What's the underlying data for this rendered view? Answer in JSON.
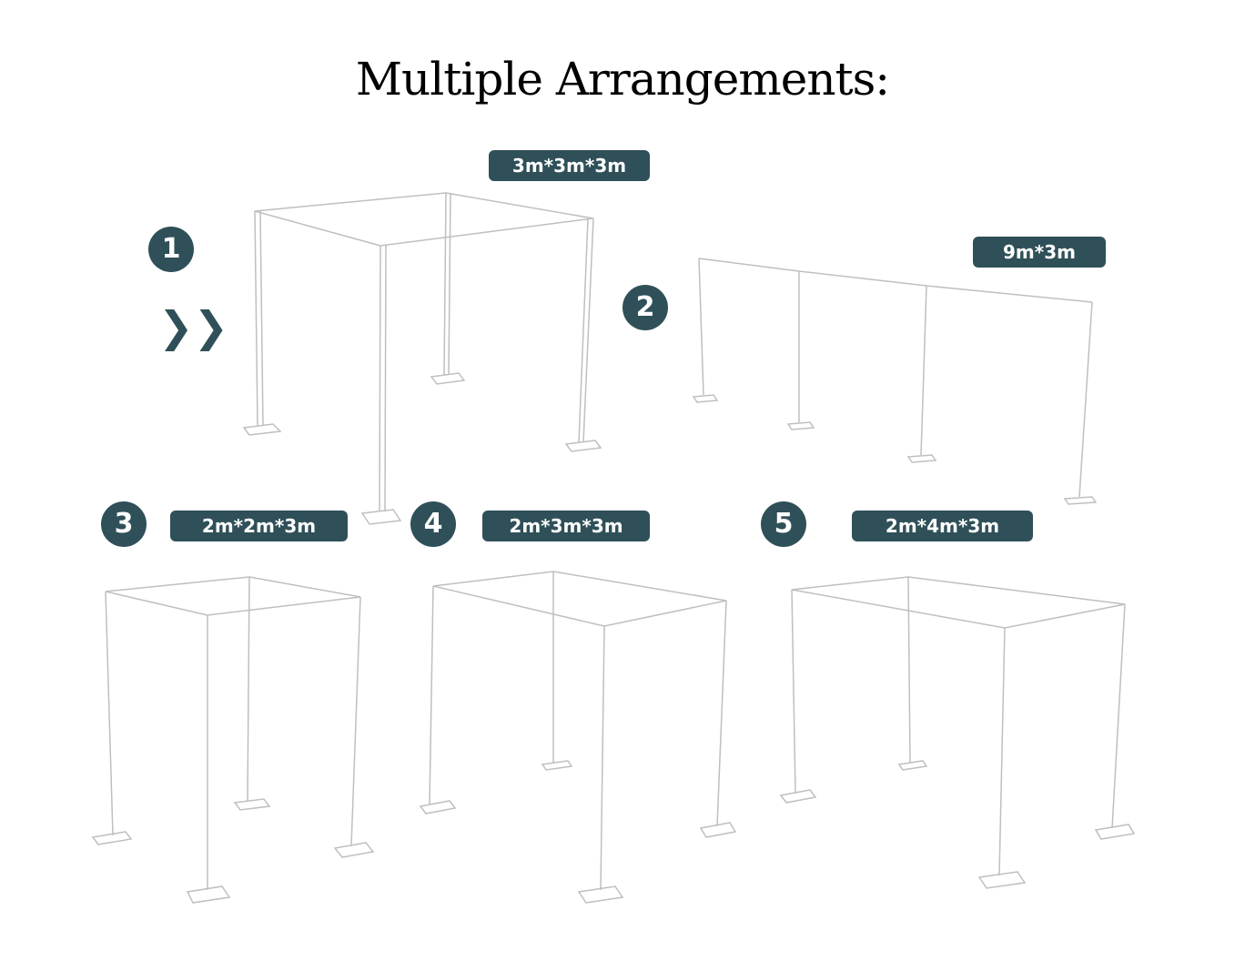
{
  "title": "Multiple Arrangements:",
  "arrangements": [
    {
      "number": "1",
      "size": "3m*3m*3m"
    },
    {
      "number": "2",
      "size": "9m*3m"
    },
    {
      "number": "3",
      "size": "2m*2m*3m"
    },
    {
      "number": "4",
      "size": "2m*3m*3m"
    },
    {
      "number": "5",
      "size": "2m*4m*3m"
    }
  ],
  "icons": {
    "arrow": "double-chevron-right-icon",
    "arrow_glyph": "❯❯"
  },
  "colors": {
    "badge_bg": "#2f5058",
    "frame_line": "#bfbfbf",
    "title": "#000000"
  }
}
